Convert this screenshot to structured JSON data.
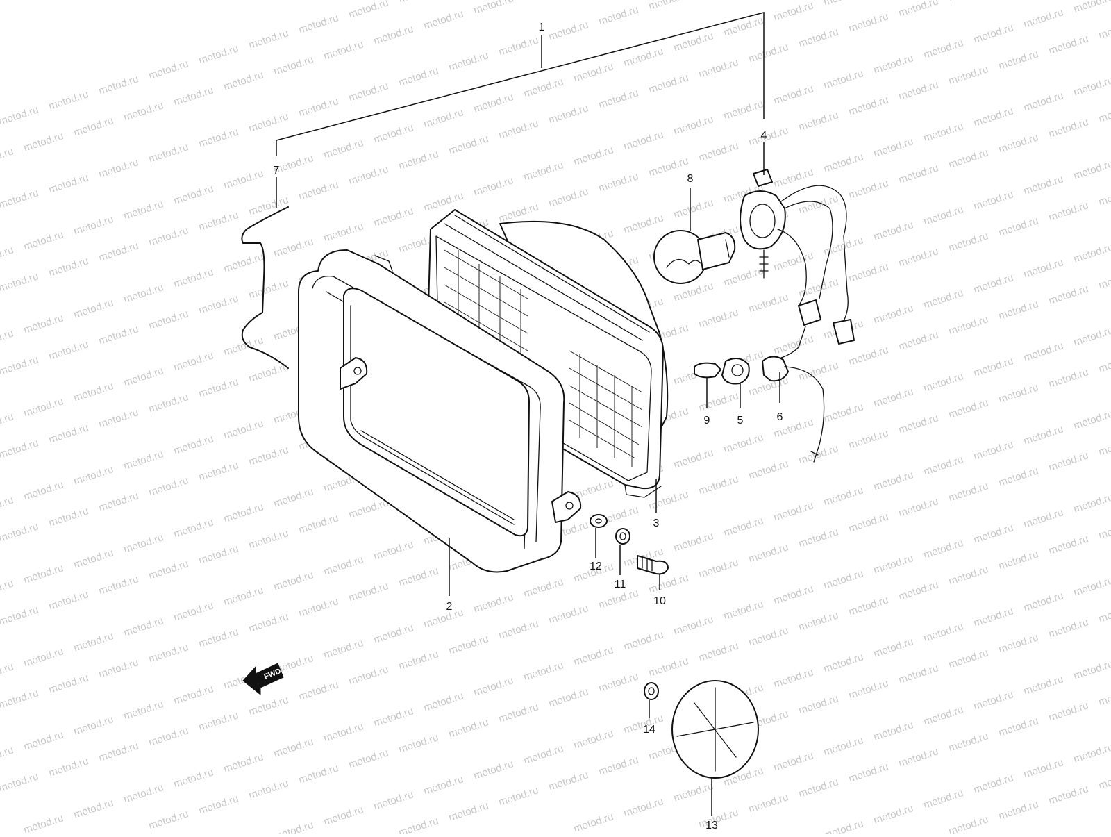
{
  "diagram": {
    "watermark_text": "motod.ru",
    "direction_badge": "FWD",
    "callouts": [
      {
        "id": "1",
        "label": "1"
      },
      {
        "id": "2",
        "label": "2"
      },
      {
        "id": "3",
        "label": "3"
      },
      {
        "id": "4",
        "label": "4"
      },
      {
        "id": "5",
        "label": "5"
      },
      {
        "id": "6",
        "label": "6"
      },
      {
        "id": "7",
        "label": "7"
      },
      {
        "id": "8",
        "label": "8"
      },
      {
        "id": "9",
        "label": "9"
      },
      {
        "id": "10",
        "label": "10"
      },
      {
        "id": "11",
        "label": "11"
      },
      {
        "id": "12",
        "label": "12"
      },
      {
        "id": "13",
        "label": "13"
      },
      {
        "id": "14",
        "label": "14"
      }
    ]
  }
}
